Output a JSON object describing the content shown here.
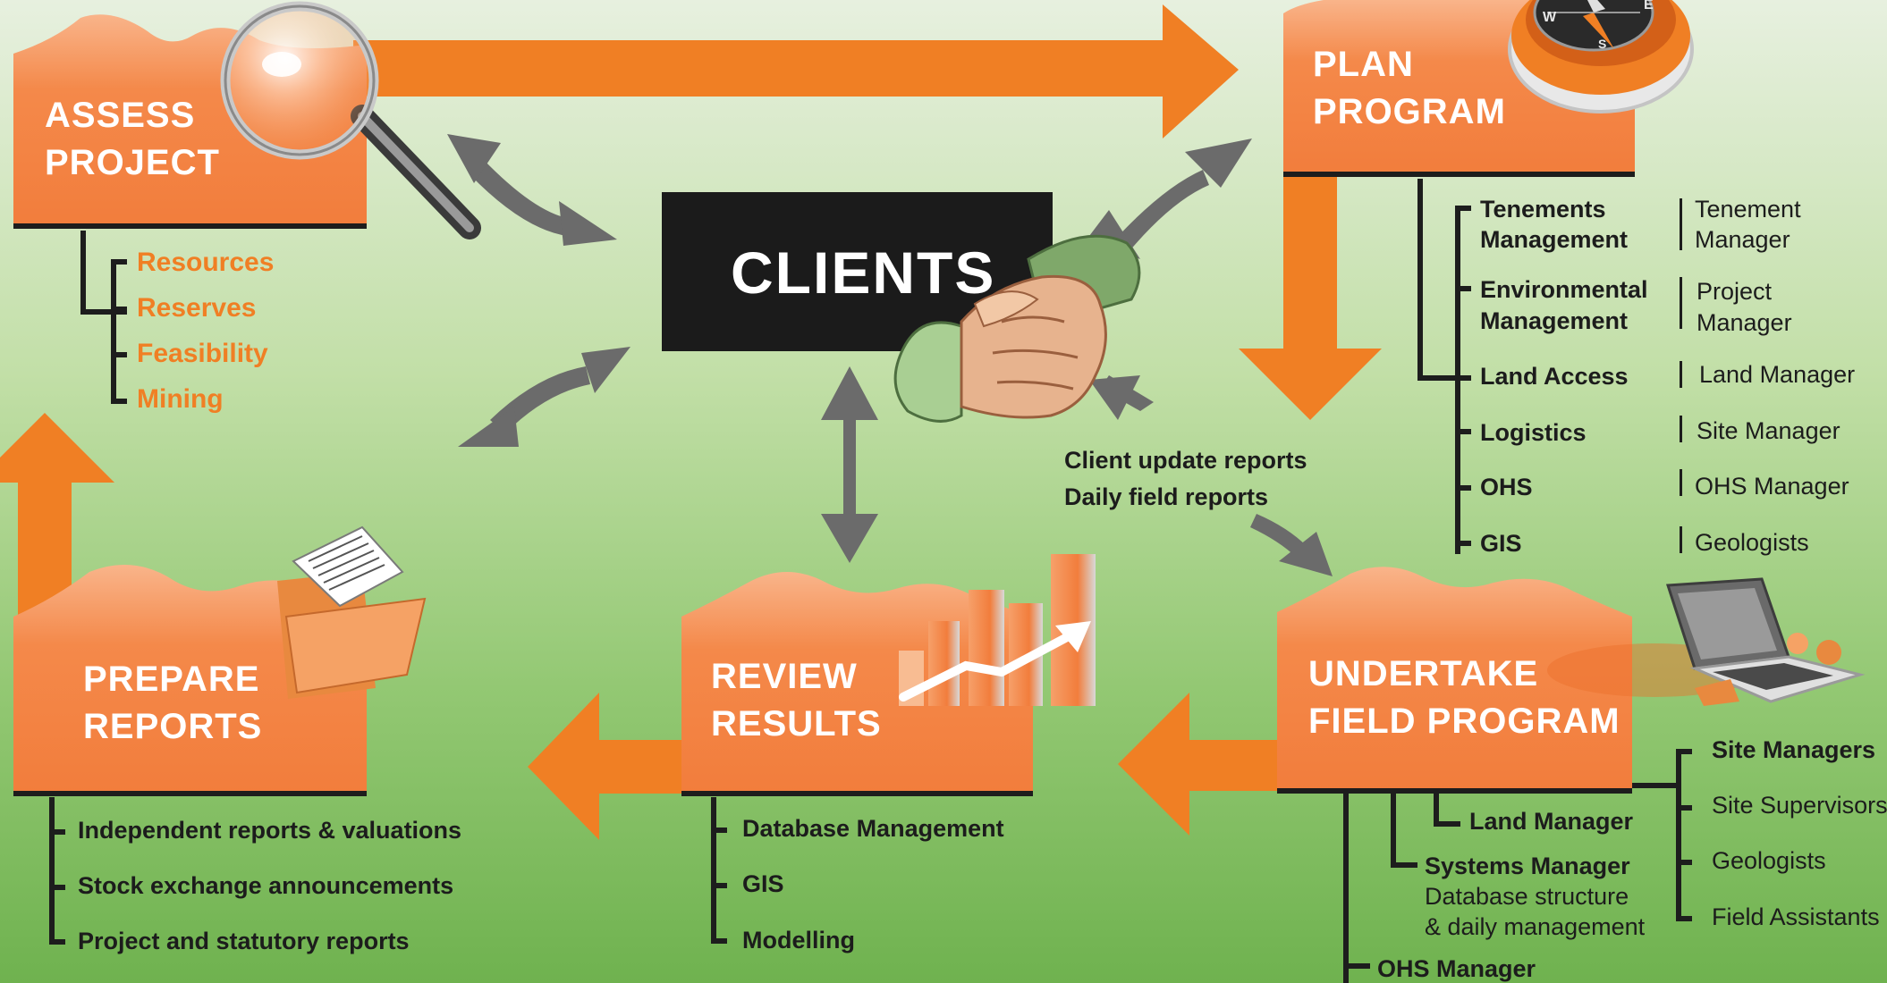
{
  "clients": {
    "label": "CLIENTS"
  },
  "assess": {
    "title_line1": "ASSESS",
    "title_line2": "PROJECT",
    "items": [
      "Resources",
      "Reserves",
      "Feasibility",
      "Mining"
    ]
  },
  "plan": {
    "title_line1": "PLAN",
    "title_line2": "PROGRAM",
    "tasks": [
      {
        "line1": "Tenements",
        "line2": "Management"
      },
      {
        "line1": "Environmental",
        "line2": "Management"
      },
      {
        "line1": "Land Access",
        "line2": ""
      },
      {
        "line1": "Logistics",
        "line2": ""
      },
      {
        "line1": "OHS",
        "line2": ""
      },
      {
        "line1": "GIS",
        "line2": ""
      }
    ],
    "roles": [
      {
        "line1": "Tenement",
        "line2": "Manager"
      },
      {
        "line1": "Project",
        "line2": "Manager"
      },
      {
        "line1": "Land Manager",
        "line2": ""
      },
      {
        "line1": "Site Manager",
        "line2": ""
      },
      {
        "line1": "OHS Manager",
        "line2": ""
      },
      {
        "line1": "Geologists",
        "line2": ""
      }
    ]
  },
  "reports_flow": {
    "line1": "Client update reports",
    "line2": "Daily field reports"
  },
  "undertake": {
    "title_line1": "UNDERTAKE",
    "title_line2": "FIELD PROGRAM",
    "land_manager": "Land Manager",
    "systems_manager": "Systems Manager",
    "systems_desc_line1": "Database structure",
    "systems_desc_line2": "& daily management",
    "ohs_manager": "OHS Manager",
    "staff": [
      "Site Managers",
      "Site Supervisors",
      "Geologists",
      "Field Assistants"
    ]
  },
  "review": {
    "title_line1": "REVIEW",
    "title_line2": "RESULTS",
    "items": [
      "Database Management",
      "GIS",
      "Modelling"
    ]
  },
  "prepare": {
    "title_line1": "PREPARE",
    "title_line2": "REPORTS",
    "items": [
      "Independent reports & valuations",
      "Stock exchange announcements",
      "Project and statutory reports"
    ]
  },
  "colors": {
    "orange": "#f07f24",
    "box_fill": "#f4894a",
    "grey_arrow": "#6b6b6b",
    "clients_box": "#1b1b1b"
  },
  "icons": [
    "magnifier-icon",
    "compass-icon",
    "handshake-icon",
    "folder-icon",
    "bar-chart-icon",
    "laptop-icon"
  ]
}
